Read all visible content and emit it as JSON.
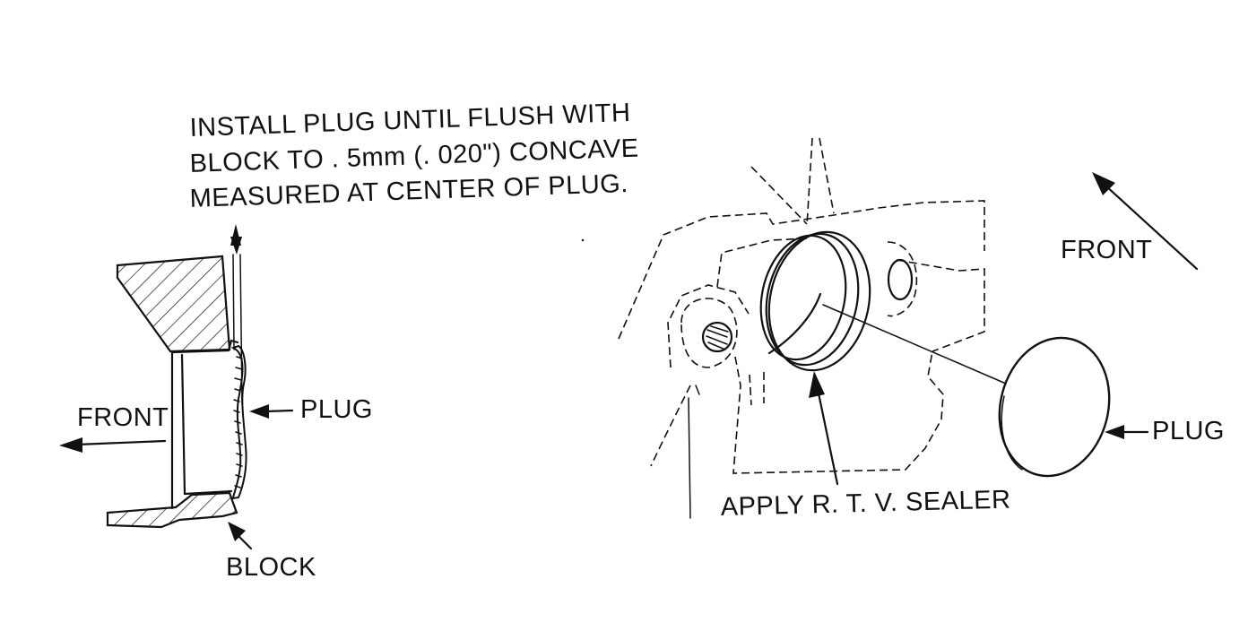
{
  "left_view": {
    "instruction_lines": [
      "INSTALL PLUG UNTIL FLUSH WITH",
      "BLOCK TO . 5mm (. 020\") CONCAVE",
      "MEASURED AT CENTER OF PLUG."
    ],
    "front_label": "FRONT",
    "plug_label": "PLUG",
    "block_label": "BLOCK"
  },
  "right_view": {
    "front_label": "FRONT",
    "plug_label": "PLUG",
    "sealer_label": "APPLY R. T. V.  SEALER"
  },
  "colors": {
    "ink": "#111111",
    "background": "#ffffff"
  }
}
